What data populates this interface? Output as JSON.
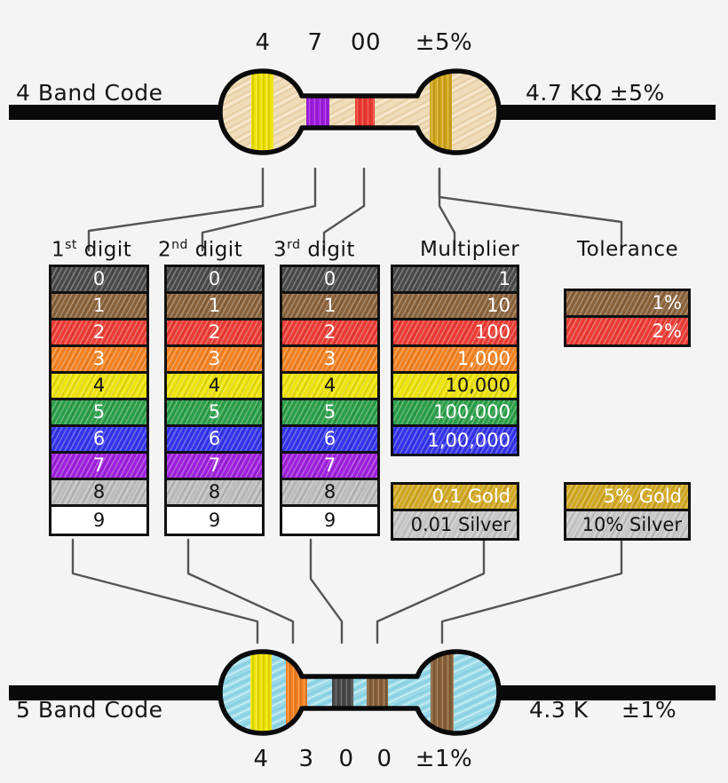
{
  "background": "#f4f4f4",
  "ink": "#141414",
  "palette": {
    "black": "#4a4a4a",
    "brown": "#8a6239",
    "red": "#ee3b33",
    "orange": "#f58220",
    "yellow": "#efe400",
    "green": "#2aa048",
    "blue": "#3333ee",
    "violet": "#a01ee0",
    "gray": "#bdbdbd",
    "white": "#ffffff",
    "gold": "#d4a81f",
    "silver": "#c8c8c8",
    "body_tan": "#efdcb8",
    "body_blue": "#9ad9e8",
    "lead_black": "#0a0a0a",
    "connector": "#555555"
  },
  "top_resistor": {
    "caption_left": "4 Band Code",
    "caption_right": "4.7 KΩ  ±5%",
    "body_color": "#efdcb8",
    "band_labels": [
      "4",
      "7",
      "00",
      "±5%"
    ],
    "bands": [
      {
        "name": "digit-1",
        "color": "#efe400",
        "label": "4"
      },
      {
        "name": "digit-2",
        "color": "#a01ee0",
        "label": "7"
      },
      {
        "name": "multiplier",
        "color": "#ee3b33",
        "label": "00"
      },
      {
        "name": "tolerance",
        "color": "#d4a81f",
        "label": "±5%"
      }
    ]
  },
  "bottom_resistor": {
    "caption_left": "5 Band Code",
    "caption_right_value": "4.3 K",
    "caption_right_tol": "±1%",
    "body_color": "#9ad9e8",
    "band_labels": [
      "4",
      "3",
      "0",
      "0",
      "±1%"
    ],
    "bands": [
      {
        "name": "digit-1",
        "color": "#efe400",
        "label": "4"
      },
      {
        "name": "digit-2",
        "color": "#f58220",
        "label": "3"
      },
      {
        "name": "digit-3",
        "color": "#4a4a4a",
        "label": "0"
      },
      {
        "name": "multiplier",
        "color": "#8a6239",
        "label": "0"
      },
      {
        "name": "tolerance",
        "color": "#8a6239",
        "label": "±1%"
      }
    ]
  },
  "columns": [
    {
      "id": "digit1",
      "header_main": "digit",
      "header_ordinal": "1",
      "header_suffix": "st",
      "align": "center",
      "rows": [
        {
          "label": "0",
          "color": "#4a4a4a",
          "text_color": "#ffffff"
        },
        {
          "label": "1",
          "color": "#8a6239",
          "text_color": "#ffffff"
        },
        {
          "label": "2",
          "color": "#ee3b33",
          "text_color": "#ffffff"
        },
        {
          "label": "3",
          "color": "#f58220",
          "text_color": "#ffffff"
        },
        {
          "label": "4",
          "color": "#efe400",
          "text_color": "#141414"
        },
        {
          "label": "5",
          "color": "#2aa048",
          "text_color": "#ffffff"
        },
        {
          "label": "6",
          "color": "#3333ee",
          "text_color": "#ffffff"
        },
        {
          "label": "7",
          "color": "#a01ee0",
          "text_color": "#ffffff"
        },
        {
          "label": "8",
          "color": "#bdbdbd",
          "text_color": "#141414"
        },
        {
          "label": "9",
          "color": "#ffffff",
          "text_color": "#141414"
        }
      ]
    },
    {
      "id": "digit2",
      "header_main": "digit",
      "header_ordinal": "2",
      "header_suffix": "nd",
      "align": "center",
      "rows": [
        {
          "label": "0",
          "color": "#4a4a4a",
          "text_color": "#ffffff"
        },
        {
          "label": "1",
          "color": "#8a6239",
          "text_color": "#ffffff"
        },
        {
          "label": "2",
          "color": "#ee3b33",
          "text_color": "#ffffff"
        },
        {
          "label": "3",
          "color": "#f58220",
          "text_color": "#ffffff"
        },
        {
          "label": "4",
          "color": "#efe400",
          "text_color": "#141414"
        },
        {
          "label": "5",
          "color": "#2aa048",
          "text_color": "#ffffff"
        },
        {
          "label": "6",
          "color": "#3333ee",
          "text_color": "#ffffff"
        },
        {
          "label": "7",
          "color": "#a01ee0",
          "text_color": "#ffffff"
        },
        {
          "label": "8",
          "color": "#bdbdbd",
          "text_color": "#141414"
        },
        {
          "label": "9",
          "color": "#ffffff",
          "text_color": "#141414"
        }
      ]
    },
    {
      "id": "digit3",
      "header_main": "digit",
      "header_ordinal": "3",
      "header_suffix": "rd",
      "align": "center",
      "rows": [
        {
          "label": "0",
          "color": "#4a4a4a",
          "text_color": "#ffffff"
        },
        {
          "label": "1",
          "color": "#8a6239",
          "text_color": "#ffffff"
        },
        {
          "label": "2",
          "color": "#ee3b33",
          "text_color": "#ffffff"
        },
        {
          "label": "3",
          "color": "#f58220",
          "text_color": "#ffffff"
        },
        {
          "label": "4",
          "color": "#efe400",
          "text_color": "#141414"
        },
        {
          "label": "5",
          "color": "#2aa048",
          "text_color": "#ffffff"
        },
        {
          "label": "6",
          "color": "#3333ee",
          "text_color": "#ffffff"
        },
        {
          "label": "7",
          "color": "#a01ee0",
          "text_color": "#ffffff"
        },
        {
          "label": "8",
          "color": "#bdbdbd",
          "text_color": "#141414"
        },
        {
          "label": "9",
          "color": "#ffffff",
          "text_color": "#141414"
        }
      ]
    },
    {
      "id": "multiplier",
      "header_main": "Multiplier",
      "header_ordinal": "",
      "header_suffix": "",
      "align": "right",
      "rows": [
        {
          "label": "1",
          "color": "#4a4a4a",
          "text_color": "#ffffff"
        },
        {
          "label": "10",
          "color": "#8a6239",
          "text_color": "#ffffff"
        },
        {
          "label": "100",
          "color": "#ee3b33",
          "text_color": "#ffffff"
        },
        {
          "label": "1,000",
          "color": "#f58220",
          "text_color": "#ffffff"
        },
        {
          "label": "10,000",
          "color": "#efe400",
          "text_color": "#141414"
        },
        {
          "label": "100,000",
          "color": "#2aa048",
          "text_color": "#ffffff"
        },
        {
          "label": "1,00,000",
          "color": "#3333ee",
          "text_color": "#ffffff"
        }
      ],
      "extra_rows": [
        {
          "label": "0.1 Gold",
          "color": "#d4a81f",
          "text_color": "#ffffff"
        },
        {
          "label": "0.01 Silver",
          "color": "#c8c8c8",
          "text_color": "#141414"
        }
      ]
    },
    {
      "id": "tolerance",
      "header_main": "Tolerance",
      "header_ordinal": "",
      "header_suffix": "",
      "align": "right",
      "rows": [
        {
          "label": "1%",
          "color": "#8a6239",
          "text_color": "#ffffff"
        },
        {
          "label": "2%",
          "color": "#ee3b33",
          "text_color": "#ffffff"
        }
      ],
      "extra_rows": [
        {
          "label": "5% Gold",
          "color": "#d4a81f",
          "text_color": "#ffffff"
        },
        {
          "label": "10% Silver",
          "color": "#c8c8c8",
          "text_color": "#141414"
        }
      ]
    }
  ]
}
